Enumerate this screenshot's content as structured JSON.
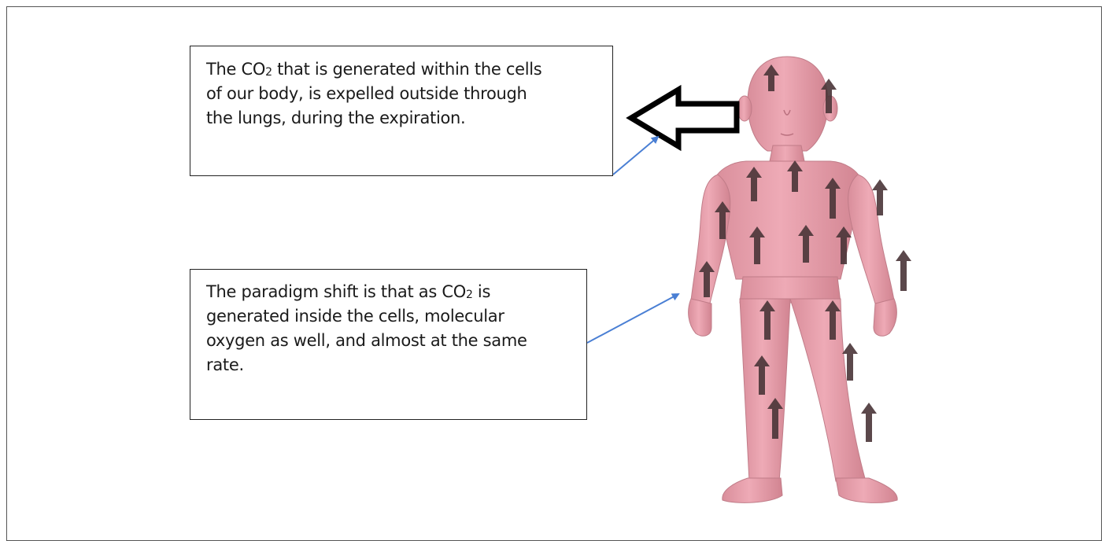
{
  "callouts": {
    "top": {
      "line1_pre": "The CO",
      "line1_sub": "2",
      "line1_post": " that is generated within the cells",
      "line2": "of our body, is expelled outside through",
      "line3": "the lungs, during the expiration."
    },
    "bottom": {
      "line1_pre": "The paradigm shift is that as CO",
      "line1_sub": "2",
      "line1_post": " is",
      "line2": "generated inside the cells, molecular",
      "line3": "oxygen as well, and almost at the same",
      "line4": "rate."
    }
  },
  "colors": {
    "body_pink": "#e8a1ad",
    "body_shade": "#c9818e",
    "arrow_dark": "#4a3538",
    "connector_blue": "#4a7fd4",
    "outline_black": "#000000"
  },
  "icons": {
    "figure": "human-figure-icon",
    "exhale_arrow": "hollow-left-arrow-icon",
    "cell_arrows": "up-arrow-icon"
  }
}
